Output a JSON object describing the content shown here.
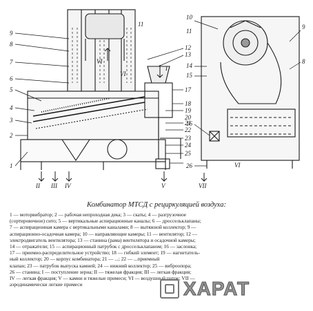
{
  "caption": "Комбинатор МТСД с рециркуляцией воздуха:",
  "legend": [
    "1 — моторвибратор; 2 — рабочая непроходная дека; 3 — скаты; 4 — разгрузочное",
    "(сортировочное) сито; 5 — вертикальные аспирационные каналы; 6 — дроссельклапаны;",
    "7 — аспирационная камера с вертикальными каналами; 8 — вытяжной коллектор; 9 —",
    "аспирационно-осадочная камера; 10 — направляющие камеры; 11 — вентилятор; 12 —",
    "электродвигатель вентилятора; 13 — станина (рама) вентилятора и осадочной камеры;",
    "14 — отражатели; 15 — аспирационный патрубок с дроссельклапаном; 16 — заслонка;",
    "17 — приемно-распределительное устройство; 18 — гибкий элемент; 19 — нагнетатель-",
    "ный коллектор; 20 — корпус комбинатора; 21 — ...; 22 — ...приемный",
    "клапан; 23 — патрубок выпуска камней; 24 — нижний коллектор; 25 — виброопора;",
    "26 — станина; I — поступление зерна; II — тяжелая фракция; III — легкая фракция;",
    "IV — легкая фракция; V — камни и тяжелые примеси; VI — воздушный поток; VII —",
    "аэродинамически легкие примеси"
  ],
  "labels": {
    "left": [
      "1",
      "2",
      "3",
      "4",
      "5",
      "6",
      "7",
      "8",
      "9"
    ],
    "middle": [
      "11",
      "12",
      "13",
      "I",
      "17",
      "18",
      "19",
      "20",
      "21",
      "22",
      "23",
      "24",
      "25"
    ],
    "right": [
      "10",
      "9",
      "11",
      "8",
      "14",
      "15",
      "16",
      "26"
    ],
    "flows": [
      "VI",
      "VI",
      "II",
      "III",
      "IV",
      "V",
      "VII",
      "VI"
    ]
  },
  "watermark": "ХАРАТ"
}
